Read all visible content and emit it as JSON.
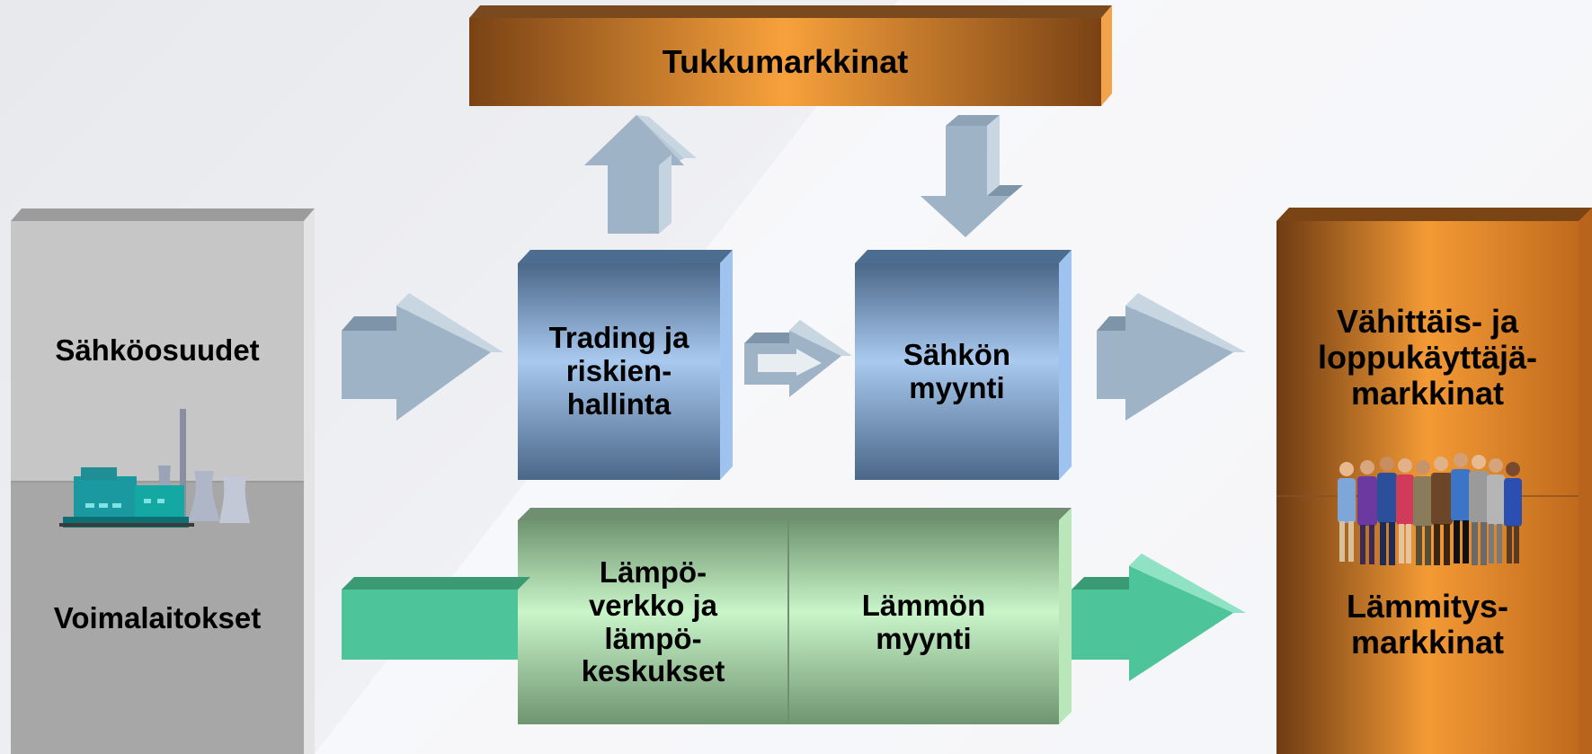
{
  "wholesale_box": {
    "label": "Tukkumarkkinat"
  },
  "left_column": {
    "top_label": "Sähköosuudet",
    "bottom_label": "Voimalaitokset",
    "image": "power-plant-icon"
  },
  "trading_box": {
    "label": "Trading ja\nriskien-\nhallinta"
  },
  "electricity_sales_box": {
    "label": "Sähkön\nmyynti"
  },
  "heat_network_box": {
    "label": "Lämpö-\nverkko ja\nlämpö-\nkeskukset"
  },
  "heat_sales_box": {
    "label": "Lämmön\nmyynti"
  },
  "right_column": {
    "top_label": "Vähittäis- ja\nloppukäyttäjä-\nmarkkinat",
    "bottom_label": "Lämmitys-\nmarkkinat",
    "image": "people-group-icon"
  },
  "colors": {
    "gray_column": "#c4c4c4",
    "blue_box": "#7f9fc4",
    "green_box": "#a9d6a9",
    "orange_column": "#e98f2f",
    "blue_arrow": "#9fb3c6",
    "green_arrow": "#4ec49a"
  }
}
